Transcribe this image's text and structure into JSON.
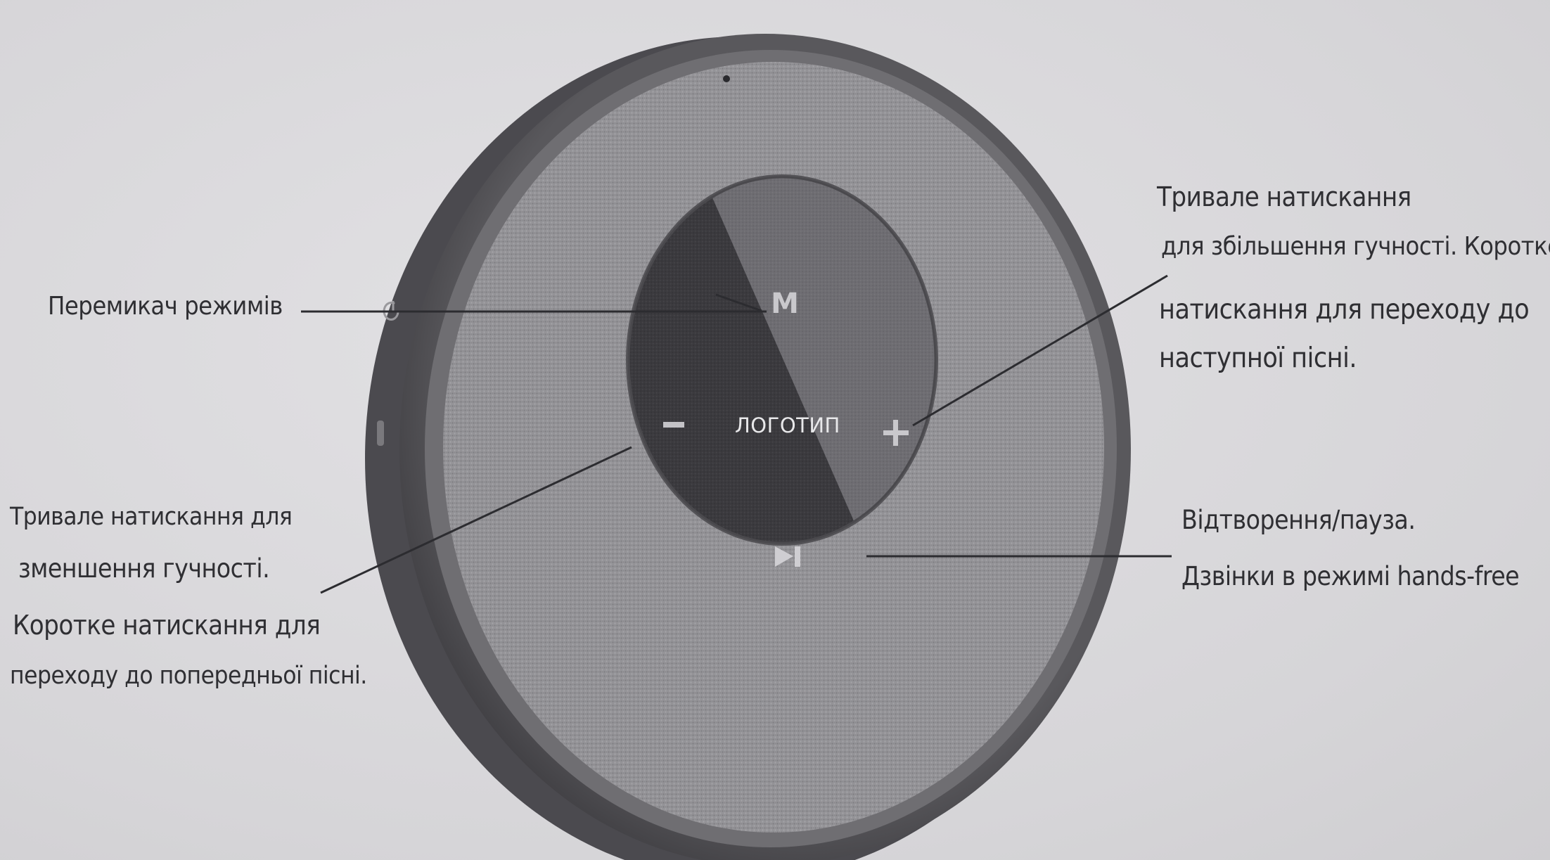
{
  "buttons": {
    "mode": "M",
    "volume_down": "−",
    "volume_up": "+",
    "play_pause": "▶❙"
  },
  "logo_text": "ЛОГОТИП",
  "callouts": {
    "mode_switch": "Перемикач режимів",
    "volume_up": {
      "line1": "Тривале натискання",
      "line2": "для збільшення гучності. Коротке",
      "line3": "натискання для переходу до",
      "line4": "наступної пісні."
    },
    "volume_down": {
      "line1": "Тривале натискання для",
      "line2": "зменшення гучності.",
      "line3": "Коротке натискання для",
      "line4": "переходу до попередньої пісні."
    },
    "play_pause": {
      "line1": "Відтворення/пауза.",
      "line2": "Дзвінки в режимі hands-free"
    }
  },
  "icons": {
    "power_side_button": "power-icon"
  },
  "colors": {
    "background": "#dcdbdd",
    "outer_rim": "#4a4a4e",
    "fabric_ring": "#8e8d91",
    "control_dark": "#38373b",
    "control_light": "#6b6a6e",
    "text": "#2f2f33",
    "leader_line": "#2c2c30"
  }
}
